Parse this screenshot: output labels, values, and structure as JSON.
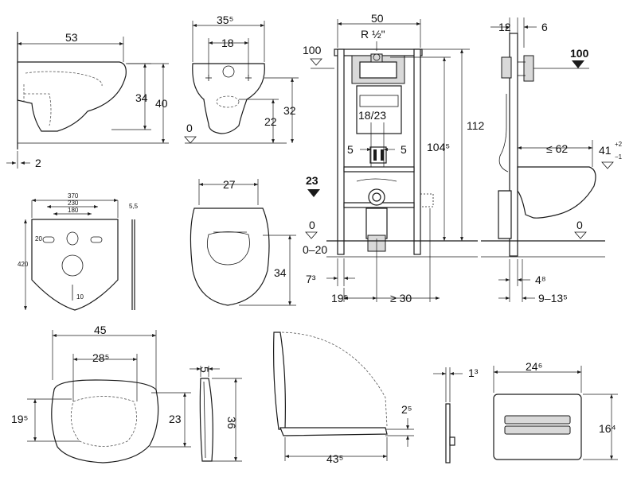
{
  "views": {
    "side_view": {
      "width_label": "53",
      "height_label": "34",
      "height_total_label": "40",
      "gap_label": "2"
    },
    "front_view": {
      "width_label": "35⁵",
      "inner_label": "18",
      "height_label": "32",
      "mid_label": "22",
      "floor_label": "0"
    },
    "frame_front": {
      "width_label": "50",
      "pipe_label": "R ½\"",
      "top_level_label": "100",
      "height_label": "112",
      "height2_label": "104⁵",
      "spacing_label": "18/23",
      "left_offset_label": "5",
      "right_offset_label": "5",
      "water_level_label": "23",
      "floor_label": "0",
      "adjust_label": "0–20",
      "foot_label": "7³",
      "offset_bottom_label": "19⁵",
      "min_label": "≥ 30"
    },
    "frame_side": {
      "depth1_label": "12",
      "depth2_label": "6",
      "top_level_label": "100",
      "reach_label": "≤ 62",
      "height_label": "41",
      "tol_plus": "+2",
      "tol_minus": "−1",
      "floor_label": "0",
      "depth_bottom_label": "4⁸",
      "range_label": "9–13⁵"
    },
    "mat": {
      "w1_label": "370",
      "w2_label": "230",
      "w3_label": "180",
      "h_label": "420",
      "hole_label": "20",
      "slot_label": "10",
      "thickness_label": "5,5"
    },
    "seat_front": {
      "width_label": "27",
      "height_label": "34"
    },
    "seat_top": {
      "width_label": "45",
      "inner_label": "28⁵",
      "left_label": "19⁵",
      "right_label": "23"
    },
    "seat_profile": {
      "thickness_label": "5",
      "height_label": "36"
    },
    "seat_open": {
      "depth_label": "43⁵",
      "height_label": "2⁵"
    },
    "plate": {
      "depth_label": "1³",
      "width_label": "24⁶",
      "height_label": "16⁴"
    }
  }
}
